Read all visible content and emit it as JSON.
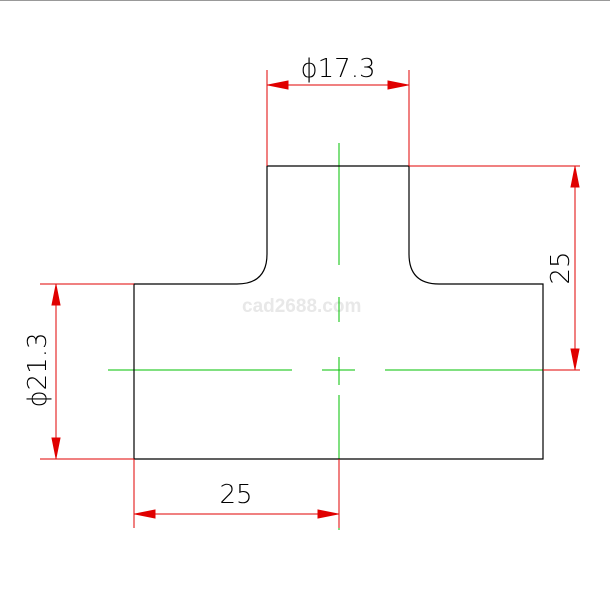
{
  "drawing": {
    "dimensions": {
      "top_diameter": "ϕ17.3",
      "right_height": "25",
      "left_diameter": "ϕ21.3",
      "bottom_length": "25"
    },
    "watermark": "cad2688.com"
  },
  "colors": {
    "outline": "#000000",
    "dimension": "#e00000",
    "centerline": "#00c000"
  }
}
